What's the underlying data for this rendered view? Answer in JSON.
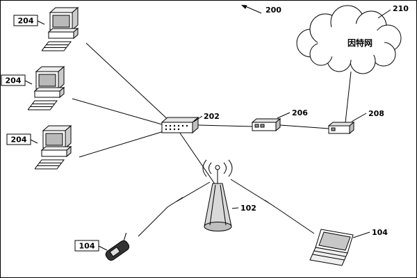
{
  "figure": {
    "ref_label": "200",
    "cloud": {
      "label": "210",
      "text": "因特网"
    },
    "computers": [
      {
        "label": "204"
      },
      {
        "label": "204"
      },
      {
        "label": "204"
      }
    ],
    "switch": {
      "label": "202"
    },
    "modem": {
      "label": "206"
    },
    "gateway": {
      "label": "208"
    },
    "base_station": {
      "label": "102"
    },
    "phone": {
      "label": "104"
    },
    "laptop": {
      "label": "104"
    }
  }
}
